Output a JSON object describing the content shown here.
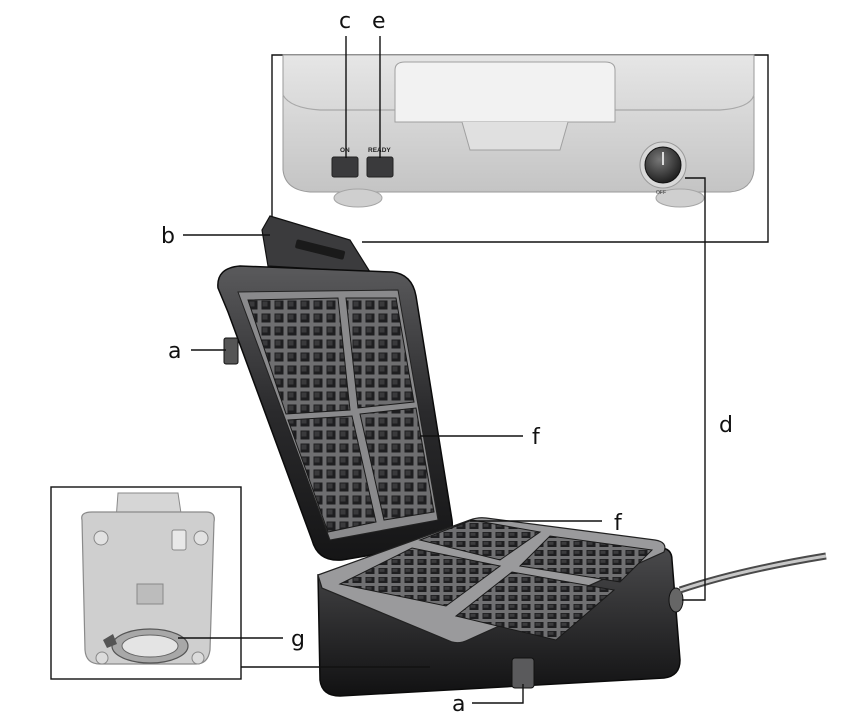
{
  "diagram": {
    "callouts": {
      "c": "c",
      "e": "e",
      "b": "b",
      "a_left": "a",
      "f_top": "f",
      "d": "d",
      "f_bottom": "f",
      "g": "g",
      "a_bottom": "a"
    },
    "control_panel": {
      "on_label": "ON",
      "ready_label": "READY",
      "dial_off_label": "OFF"
    }
  }
}
